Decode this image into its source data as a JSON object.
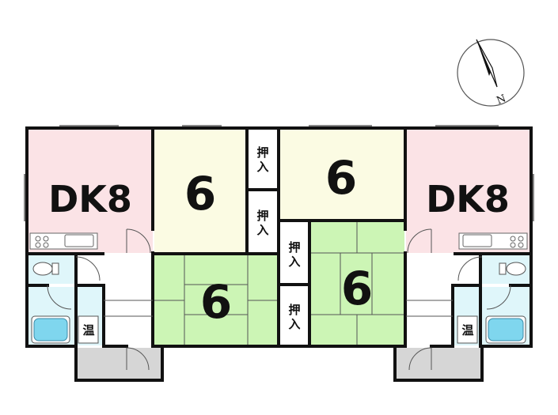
{
  "compass": {
    "north_label": "N"
  },
  "rooms": {
    "left_dk_label": "DK8",
    "left_room_top_label": "6",
    "left_room_bottom_label": "6",
    "right_room_top_label": "6",
    "right_room_bottom_label": "6",
    "right_dk_label": "DK8"
  },
  "closets": {
    "upper_left_1": "押",
    "upper_left_2": "入",
    "middle_left_1": "押",
    "middle_left_2": "入",
    "center_upper_1": "押",
    "center_upper_2": "入",
    "center_lower_1": "押",
    "center_lower_2": "入"
  },
  "water_heater": {
    "left_label": "温",
    "right_label": "温"
  },
  "colors": {
    "dk_fill": "#fbe3e6",
    "room6_fill": "#fbfbe3",
    "tatami_fill": "#ccf5b5",
    "bath_fill": "#dff6fa",
    "entry_fill": "#d6d6d6",
    "bathtub": "#7fd6ee",
    "wall": "#111111"
  }
}
